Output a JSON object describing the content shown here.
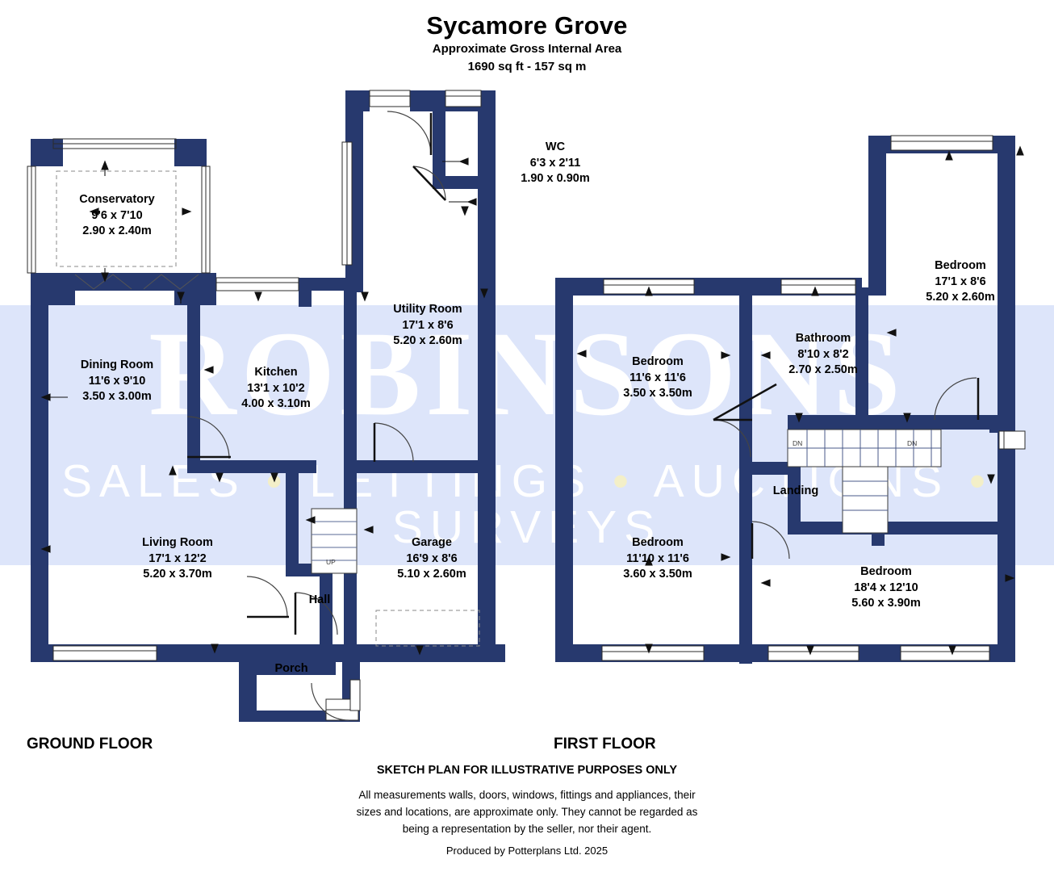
{
  "header": {
    "title": "Sycamore Grove",
    "subtitle_1": "Approximate Gross Internal Area",
    "subtitle_2": "1690 sq ft - 157 sq m"
  },
  "watermark": {
    "brand": "ROBINSONS",
    "strapline_parts": [
      "SALES",
      "LETTINGS",
      "AUCTIONS",
      "SURVEYS"
    ],
    "separator": "•",
    "band_color": "#dde5fa",
    "text_color": "#ffffff"
  },
  "colors": {
    "wall": "#27396e",
    "band": "#dde5fa",
    "window": "#ffffff",
    "text": "#000000"
  },
  "floors": [
    {
      "key": "ground",
      "label": "GROUND FLOOR"
    },
    {
      "key": "first",
      "label": "FIRST FLOOR"
    }
  ],
  "ground_rooms": [
    {
      "name": "Conservatory",
      "imperial": "9'6 x 7'10",
      "metric": "2.90 x 2.40m"
    },
    {
      "name": "Dining Room",
      "imperial": "11'6 x 9'10",
      "metric": "3.50 x 3.00m"
    },
    {
      "name": "Kitchen",
      "imperial": "13'1 x 10'2",
      "metric": "4.00 x 3.10m"
    },
    {
      "name": "Utility Room",
      "imperial": "17'1 x 8'6",
      "metric": "5.20 x 2.60m"
    },
    {
      "name": "WC",
      "imperial": "6'3 x 2'11",
      "metric": "1.90 x 0.90m"
    },
    {
      "name": "Living Room",
      "imperial": "17'1 x 12'2",
      "metric": "5.20 x 3.70m"
    },
    {
      "name": "Garage",
      "imperial": "16'9 x 8'6",
      "metric": "5.10 x 2.60m"
    },
    {
      "name": "Hall",
      "imperial": "",
      "metric": ""
    },
    {
      "name": "Porch",
      "imperial": "",
      "metric": ""
    }
  ],
  "first_rooms": [
    {
      "name": "Bedroom",
      "imperial": "17'1 x 8'6",
      "metric": "5.20 x 2.60m"
    },
    {
      "name": "Bathroom",
      "imperial": "8'10 x 8'2",
      "metric": "2.70 x 2.50m"
    },
    {
      "name": "Bedroom",
      "imperial": "11'6 x 11'6",
      "metric": "3.50 x 3.50m"
    },
    {
      "name": "Bedroom",
      "imperial": "11'10 x 11'6",
      "metric": "3.60 x 3.50m"
    },
    {
      "name": "Bedroom",
      "imperial": "18'4 x 12'10",
      "metric": "5.60 x 3.90m"
    },
    {
      "name": "Landing",
      "imperial": "",
      "metric": ""
    }
  ],
  "stair_markers": {
    "up": "UP",
    "down_left": "DN",
    "down_right": "DN"
  },
  "footer": {
    "heading": "SKETCH PLAN FOR ILLUSTRATIVE PURPOSES ONLY",
    "line_1": "All measurements walls, doors, windows, fittings and appliances, their",
    "line_2": "sizes and locations, are approximate only. They cannot be regarded as",
    "line_3": "being a representation by the seller, nor their agent.",
    "producer": "Produced by Potterplans Ltd. 2025"
  }
}
